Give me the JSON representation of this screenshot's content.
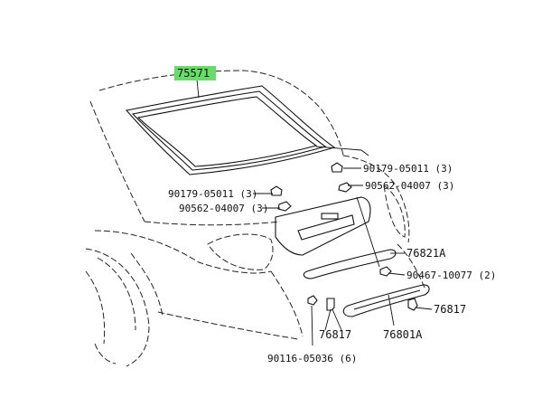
{
  "callouts": [
    {
      "id": "c-75571",
      "text": "75571",
      "highlight": "#66dd66"
    },
    {
      "id": "c-90179-right",
      "text": "90179-05011 (3)"
    },
    {
      "id": "c-90179-left",
      "text": "90179-05011 (3)"
    },
    {
      "id": "c-90562-right",
      "text": "90562-04007 (3)"
    },
    {
      "id": "c-90562-left",
      "text": "90562-04007 (3)"
    },
    {
      "id": "c-76821A",
      "text": "76821A"
    },
    {
      "id": "c-90467",
      "text": "90467-10077 (2)"
    },
    {
      "id": "c-76817-right",
      "text": "76817"
    },
    {
      "id": "c-76817-left",
      "text": "76817"
    },
    {
      "id": "c-76801A",
      "text": "76801A"
    },
    {
      "id": "c-90116",
      "text": "90116-05036 (6)"
    }
  ],
  "colors": {
    "highlight": "#66dd66",
    "ink": "#111111"
  }
}
